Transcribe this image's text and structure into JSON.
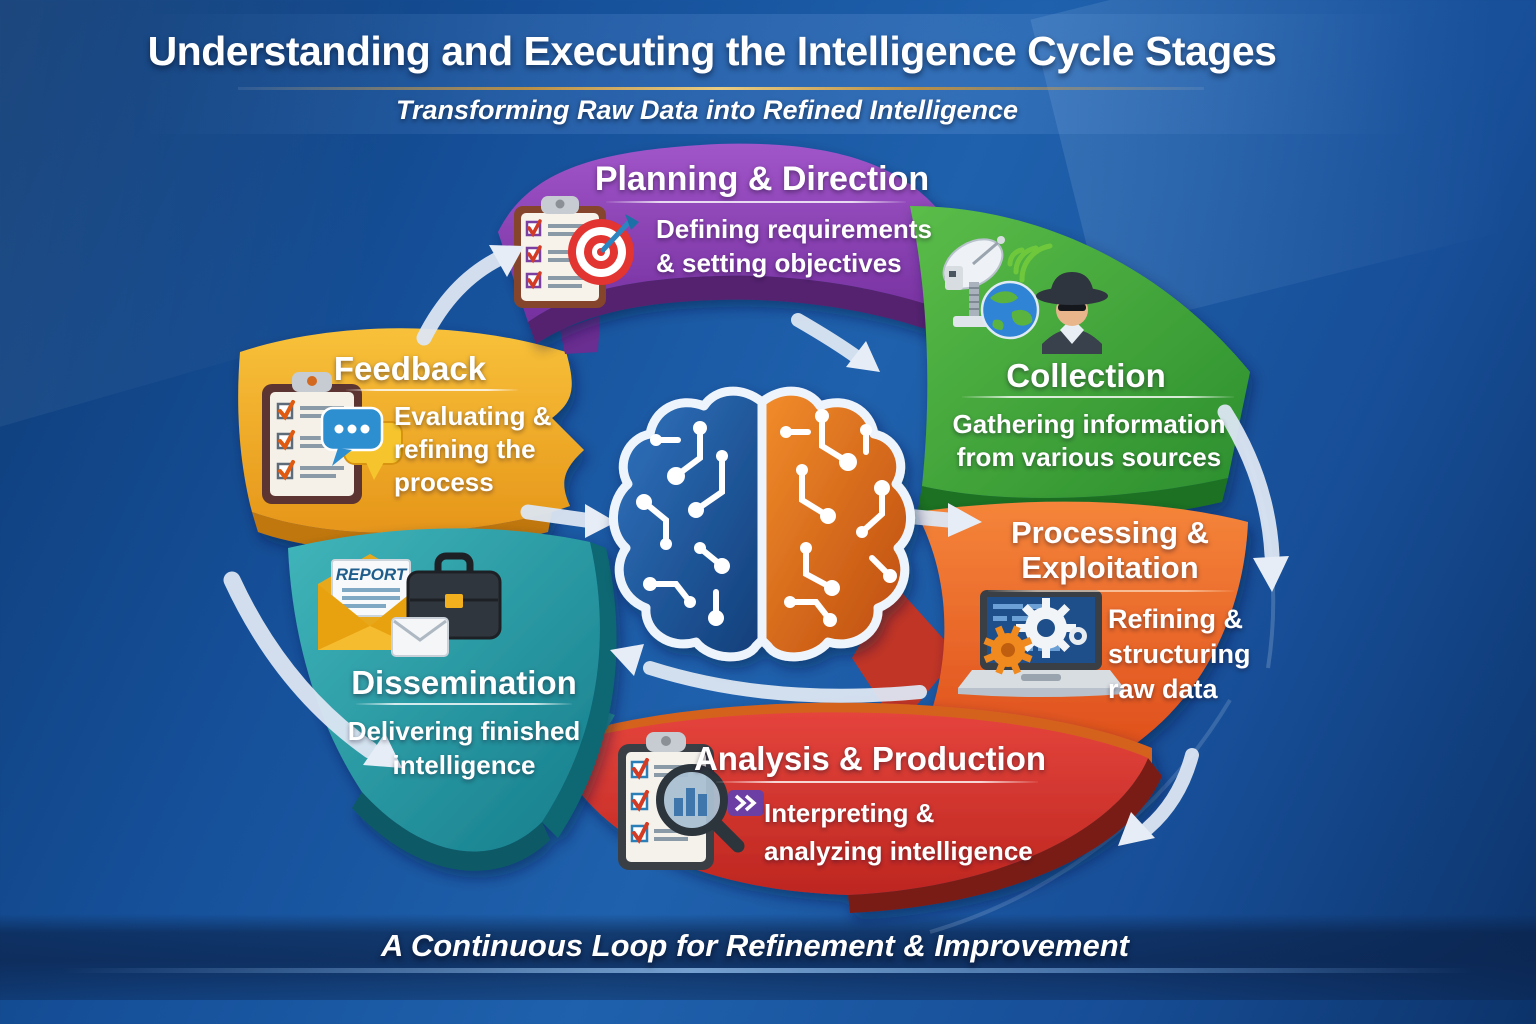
{
  "header": {
    "title": "Understanding and Executing the Intelligence Cycle Stages",
    "subtitle": "Transforming Raw Data into Refined Intelligence"
  },
  "footer": {
    "caption": "A Continuous Loop for Refinement & Improvement"
  },
  "colors": {
    "background": "#1b57a3",
    "divider_gold": "#d8b36a",
    "arrow_silver": "#dde6f1"
  },
  "center_brain": {
    "icon": "brain-circuit-icon",
    "left_hemisphere_color": "#1e4f96",
    "right_hemisphere_color": "#e06a14"
  },
  "stages": [
    {
      "id": "planning-direction",
      "title": "Planning & Direction",
      "subtitle_lines": [
        "Defining requirements",
        "& setting objectives"
      ],
      "color": "#8a3fb1",
      "icons": [
        "checklist-clipboard-icon",
        "target-dart-icon"
      ]
    },
    {
      "id": "collection",
      "title": "Collection",
      "subtitle_lines": [
        "Gathering information",
        "from various sources"
      ],
      "color": "#3aa339",
      "icons": [
        "satellite-dish-icon",
        "signal-waves-icon",
        "globe-icon",
        "spy-icon"
      ]
    },
    {
      "id": "processing-exploitation",
      "title_lines": [
        "Processing &",
        "Exploitation"
      ],
      "subtitle_lines": [
        "Refining &",
        "structuring",
        "raw data"
      ],
      "color": "#ec6322",
      "icons": [
        "laptop-icon",
        "gears-icon"
      ]
    },
    {
      "id": "analysis-production",
      "title": "Analysis & Production",
      "subtitle_lines": [
        "Interpreting &",
        "analyzing intelligence"
      ],
      "color": "#d63830",
      "icons": [
        "checklist-clipboard-icon",
        "magnifier-chart-icon",
        "chevron-badge-icon"
      ]
    },
    {
      "id": "dissemination",
      "title": "Dissemination",
      "subtitle_lines": [
        "Delivering finished",
        "intelligence"
      ],
      "color": "#1f97a0",
      "icons": [
        "report-envelope-icon",
        "briefcase-icon",
        "mail-icon"
      ],
      "report_label": "REPORT"
    },
    {
      "id": "feedback",
      "title": "Feedback",
      "subtitle_lines": [
        "Evaluating &",
        "refining the",
        "process"
      ],
      "color": "#f0a51f",
      "icons": [
        "checklist-clipboard-icon",
        "chat-bubbles-icon"
      ]
    }
  ],
  "arrows": [
    "feedback-to-planning",
    "planning-to-collection",
    "collection-to-processing",
    "processing-to-analysis",
    "analysis-to-center",
    "feedback-to-center",
    "center-to-processing",
    "outer-left-loop"
  ]
}
